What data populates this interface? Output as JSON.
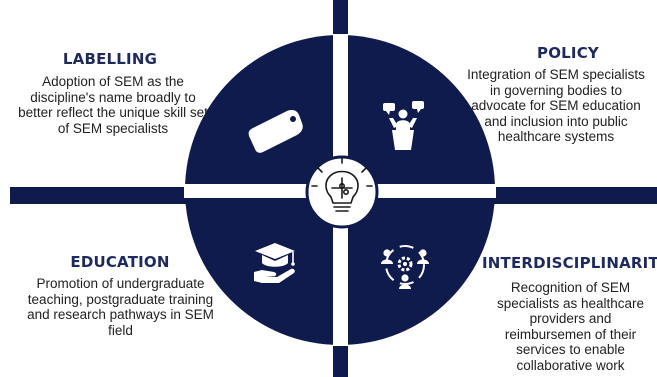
{
  "colors": {
    "navy": "#0f1b4c",
    "heading": "#1f2a5c",
    "background": "#ffffff"
  },
  "center_icon": "lightbulb-puzzle-icon",
  "quadrants": [
    {
      "id": "labelling",
      "heading": "LABELLING",
      "text": "Adoption of SEM as the discipline's name broadly to better reflect the unique skill set of SEM specialists",
      "icon": "tag-icon"
    },
    {
      "id": "policy",
      "heading": "POLICY",
      "text": "Integration of SEM specialists in governing bodies to advocate for SEM education and inclusion into public healthcare systems",
      "icon": "advocacy-podium-icon"
    },
    {
      "id": "education",
      "heading": "EDUCATION",
      "text": "Promotion of undergraduate teaching, postgraduate training and research pathways in SEM field",
      "icon": "graduation-cap-icon"
    },
    {
      "id": "interdisciplinarity",
      "heading": "INTERDISCIPLINARITY",
      "text": "Recognition of SEM specialists as healthcare providers and reimbursemen of their services to enable collaborative work",
      "icon": "team-gear-icon"
    }
  ]
}
